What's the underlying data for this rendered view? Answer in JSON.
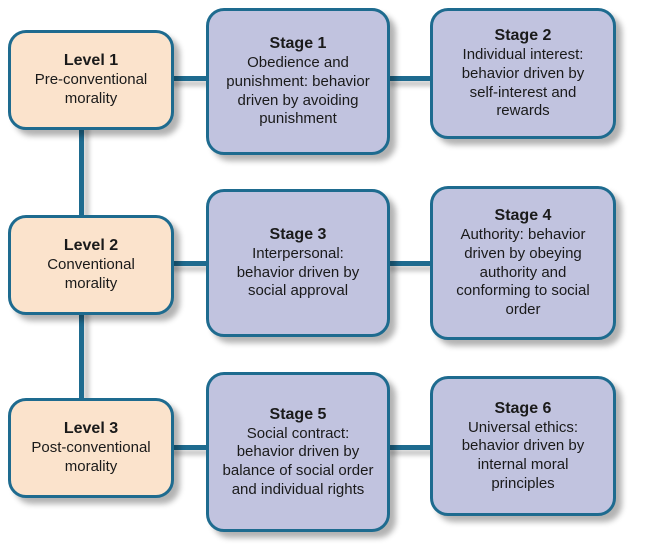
{
  "colors": {
    "canvas_bg": "#ffffff",
    "level_fill": "#FBE3CC",
    "stage_fill": "#C1C3DF",
    "border": "#1E6B8F",
    "text": "#1a1a1a"
  },
  "levels": [
    {
      "title": "Level 1",
      "body": "Pre-conventional morality"
    },
    {
      "title": "Level 2",
      "body": "Conventional morality"
    },
    {
      "title": "Level 3",
      "body": "Post-conventional morality"
    }
  ],
  "stages": [
    {
      "title": "Stage 1",
      "body": "Obedience and punishment: behavior driven by avoiding punishment"
    },
    {
      "title": "Stage 2",
      "body": "Individual interest: behavior driven by self-interest and rewards"
    },
    {
      "title": "Stage 3",
      "body": "Interpersonal: behavior driven by social approval"
    },
    {
      "title": "Stage 4",
      "body": "Authority: behavior driven by obeying authority and conforming to social order"
    },
    {
      "title": "Stage 5",
      "body": "Social contract: behavior driven by balance of social order and individual rights"
    },
    {
      "title": "Stage 6",
      "body": "Universal ethics: behavior driven by internal moral principles"
    }
  ]
}
